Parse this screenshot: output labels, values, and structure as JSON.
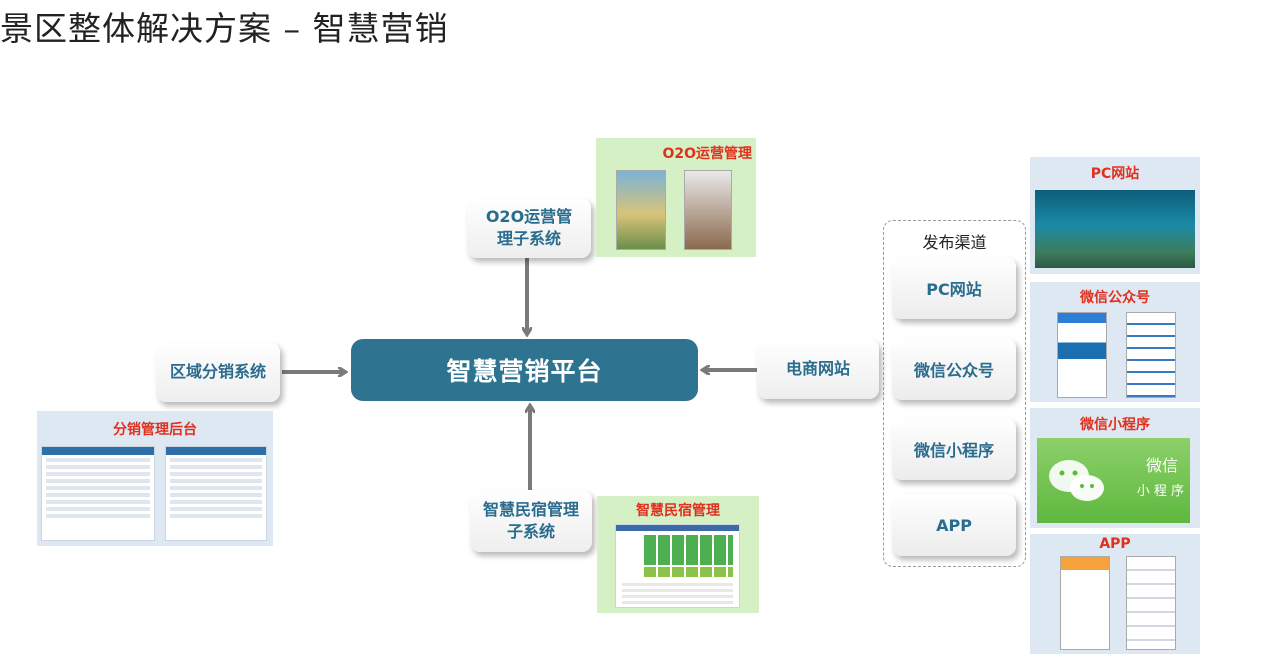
{
  "title": "景区整体解决方案 – 智慧营销",
  "center": "智慧营销平台",
  "nodes": {
    "o2o": "O2O运营管理子系统",
    "region": "区域分销系统",
    "homestay": "智慧民宿管理子系统",
    "ecommerce": "电商网站"
  },
  "channels": {
    "title": "发布渠道",
    "items": [
      "PC网站",
      "微信公众号",
      "微信小程序",
      "APP"
    ]
  },
  "panels": {
    "o2o": "O2O运营管理",
    "distribution": "分销管理后台",
    "homestay": "智慧民宿管理",
    "pc": "PC网站",
    "wechat": "微信公众号",
    "miniprogram": "微信小程序",
    "miniprogram_logo": "微信",
    "miniprogram_sub": "小 程 序",
    "app": "APP"
  },
  "colors": {
    "center": "#2e7390",
    "node_text": "#2a6c8e",
    "panel_label": "#e0301e",
    "arrow": "#7a7a7a"
  }
}
